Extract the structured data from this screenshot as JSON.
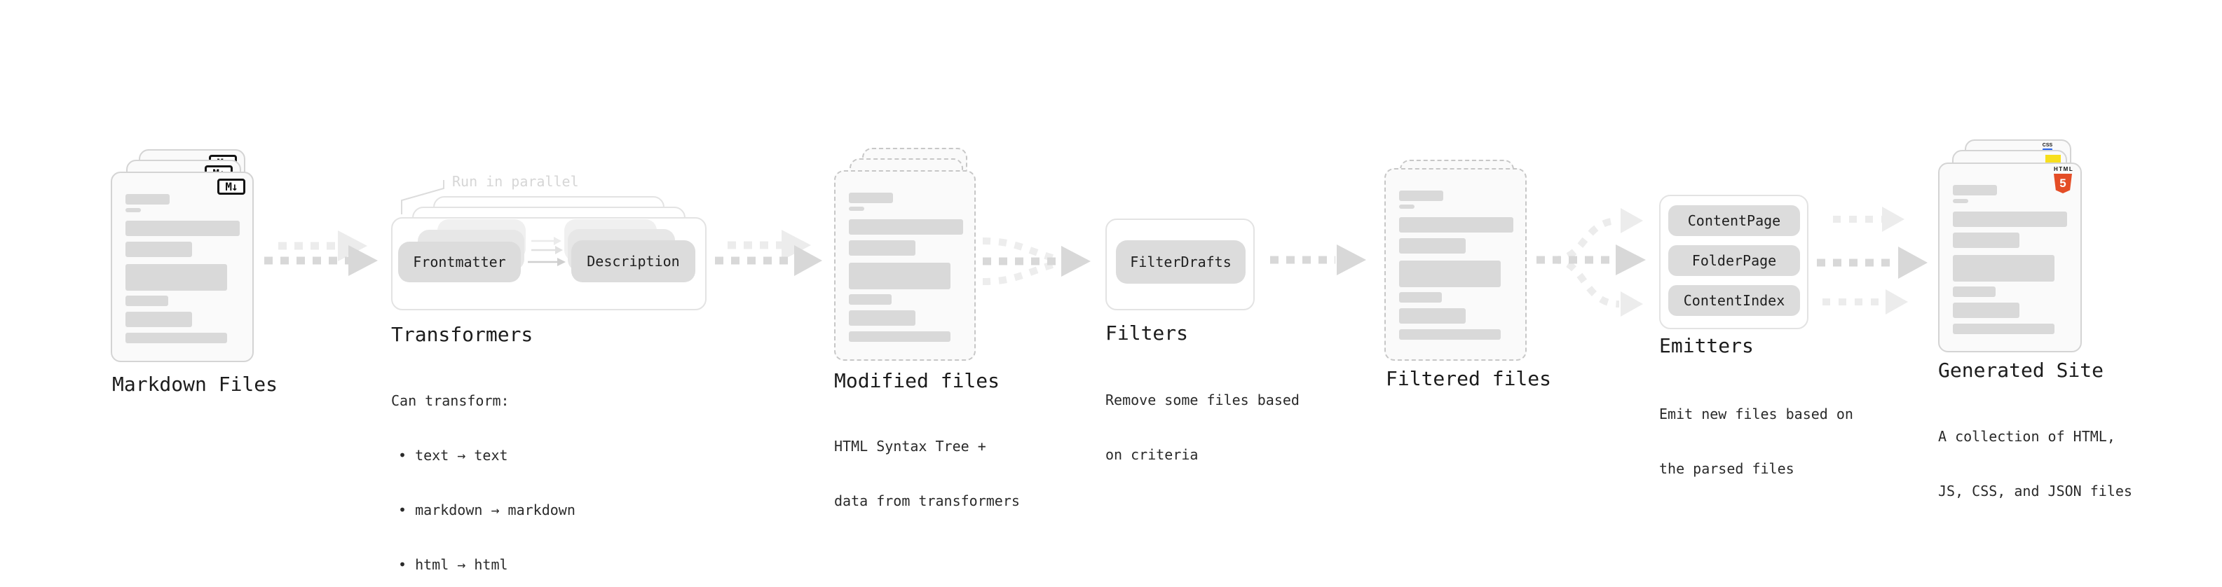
{
  "stages": {
    "markdown_files": {
      "label": "Markdown Files",
      "file_badge": "M↓",
      "file_count": 3
    },
    "transformers": {
      "label": "Transformers",
      "annotation": "Run in parallel",
      "nodes": [
        "Frontmatter",
        "Description"
      ],
      "description_lines": [
        "Can transform:",
        "• text → text",
        "• markdown → markdown",
        "• html → html"
      ]
    },
    "modified_files": {
      "label": "Modified files",
      "description_lines": [
        "HTML Syntax Tree +",
        "data from transformers"
      ],
      "file_count": 3
    },
    "filters": {
      "label": "Filters",
      "nodes": [
        "FilterDrafts"
      ],
      "description_lines": [
        "Remove some files based",
        "on criteria"
      ]
    },
    "filtered_files": {
      "label": "Filtered files",
      "file_count": 2
    },
    "emitters": {
      "label": "Emitters",
      "nodes": [
        "ContentPage",
        "FolderPage",
        "ContentIndex"
      ],
      "description_lines": [
        "Emit new files based on",
        "the parsed files"
      ]
    },
    "generated_site": {
      "label": "Generated Site",
      "description_lines": [
        "A collection of HTML,",
        "JS, CSS, and JSON files"
      ],
      "file_badges": {
        "html5_word": "HTML",
        "html5_number": "5",
        "css_word": "CSS"
      },
      "file_count": 3
    }
  },
  "colors": {
    "html5_orange": "#e44d26",
    "js_yellow": "#f7df1e",
    "css_blue": "#2862e9",
    "skeleton_gray": "#d9d9d9",
    "arrow_dark": "#d8d8d8",
    "arrow_light": "#ececec",
    "annotation_gray": "#d6d6d6"
  }
}
